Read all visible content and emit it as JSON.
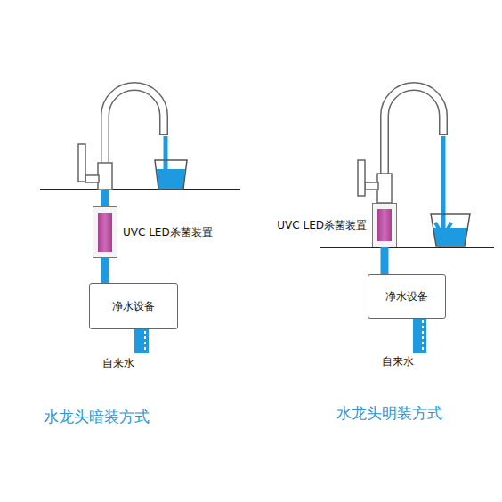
{
  "diagram": {
    "nodes": [
      {
        "text": [
          "UVC LED杀菌装置"
        ]
      },
      {
        "text": [
          "净水设备"
        ]
      },
      {
        "text": [
          "UVC LED杀菌装置"
        ]
      },
      {
        "text": [
          "净水设备"
        ]
      }
    ],
    "edges": [
      {
        "from": 1,
        "to": 0,
        "arrow": "none"
      },
      {
        "from": 3,
        "to": 2,
        "arrow": "none"
      }
    ],
    "labels": [
      "自来水",
      "水龙头暗装方式",
      "自来水",
      "水龙头明装方式"
    ]
  }
}
